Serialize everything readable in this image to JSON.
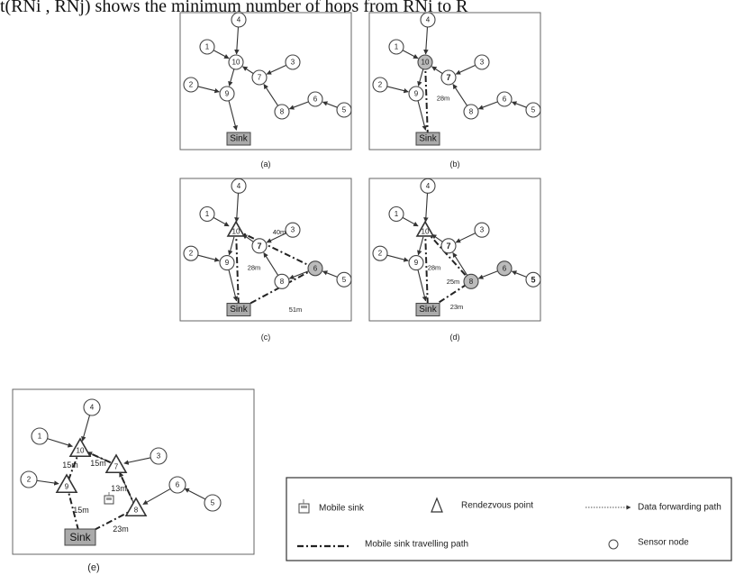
{
  "header_text": "t(RNi , RNj) shows the minimum number of hops from RNi to R",
  "sink_label": "Sink",
  "panels": [
    {
      "id": "a",
      "caption": "(a)",
      "nodes": [
        {
          "id": "1"
        },
        {
          "id": "4"
        },
        {
          "id": "10"
        },
        {
          "id": "2"
        },
        {
          "id": "9"
        },
        {
          "id": "7"
        },
        {
          "id": "3"
        },
        {
          "id": "6"
        },
        {
          "id": "8"
        },
        {
          "id": "5"
        }
      ],
      "distances": []
    },
    {
      "id": "b",
      "caption": "(b)",
      "nodes": [
        {
          "id": "1"
        },
        {
          "id": "4"
        },
        {
          "id": "10"
        },
        {
          "id": "2"
        },
        {
          "id": "9"
        },
        {
          "id": "7"
        },
        {
          "id": "3"
        },
        {
          "id": "6"
        },
        {
          "id": "8"
        },
        {
          "id": "5"
        }
      ],
      "distances": [
        "28m"
      ]
    },
    {
      "id": "c",
      "caption": "(c)",
      "nodes": [
        {
          "id": "1"
        },
        {
          "id": "4"
        },
        {
          "id": "10"
        },
        {
          "id": "2"
        },
        {
          "id": "9"
        },
        {
          "id": "7"
        },
        {
          "id": "3"
        },
        {
          "id": "6"
        },
        {
          "id": "8"
        },
        {
          "id": "5"
        }
      ],
      "distances": [
        "40m",
        "28m",
        "51m"
      ]
    },
    {
      "id": "d",
      "caption": "(d)",
      "nodes": [
        {
          "id": "1"
        },
        {
          "id": "4"
        },
        {
          "id": "10"
        },
        {
          "id": "2"
        },
        {
          "id": "9"
        },
        {
          "id": "7"
        },
        {
          "id": "3"
        },
        {
          "id": "6"
        },
        {
          "id": "8"
        },
        {
          "id": "5"
        }
      ],
      "distances": [
        "28m",
        "25m",
        "23m"
      ]
    },
    {
      "id": "e",
      "caption": "(e)",
      "nodes": [
        {
          "id": "1"
        },
        {
          "id": "4"
        },
        {
          "id": "10"
        },
        {
          "id": "2"
        },
        {
          "id": "9"
        },
        {
          "id": "7"
        },
        {
          "id": "3"
        },
        {
          "id": "6"
        },
        {
          "id": "8"
        },
        {
          "id": "5"
        }
      ],
      "distances": [
        "15m",
        "15m",
        "15m",
        "13m",
        "23m"
      ]
    }
  ],
  "legend": {
    "mobile_sink": "Mobile sink",
    "rendezvous_point": "Rendezvous point",
    "data_forwarding_path": "Data forwarding path",
    "mobile_sink_travelling_path": "Mobile sink travelling path",
    "sensor_node": "Sensor node"
  }
}
